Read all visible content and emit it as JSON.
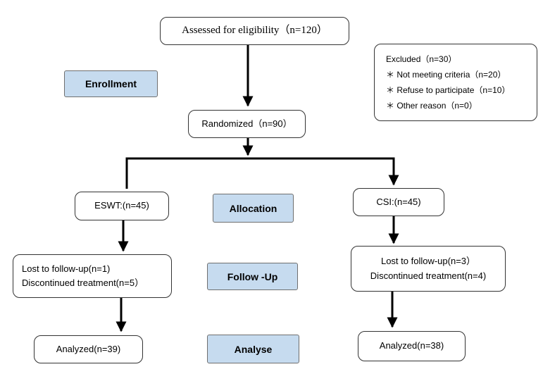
{
  "stages": {
    "enrollment": "Enrollment",
    "allocation": "Allocation",
    "follow_up": "Follow -Up",
    "analyse": "Analyse"
  },
  "assessed": "Assessed for eligibility（n=120）",
  "excluded": {
    "title": "Excluded（n=30）",
    "reasons": [
      "＊ Not meeting criteria（n=20）",
      "＊ Refuse to participate（n=10）",
      "＊  Other reason（n=0）"
    ]
  },
  "randomized": "Randomized（n=90）",
  "left_arm": {
    "group": "ESWT:(n=45)",
    "lost": "Lost to follow-up(n=1)",
    "discontinued": "Discontinued treatment(n=5）",
    "analyzed": "Analyzed(n=39)"
  },
  "right_arm": {
    "group": "CSI:(n=45)",
    "lost": "Lost to follow-up(n=3）",
    "discontinued": "Discontinued treatment(n=4)",
    "analyzed": "Analyzed(n=38)"
  },
  "colors": {
    "stage_fill": "#c6dbef",
    "line": "#000000"
  }
}
